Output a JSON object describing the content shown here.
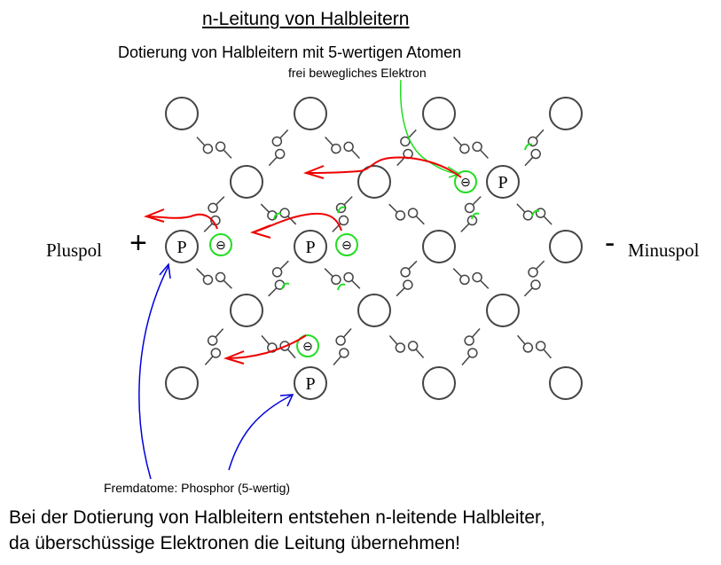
{
  "title": "n-Leitung von Halbleitern",
  "subtitle": "Dotierung von Halbleitern mit 5-wertigen Atomen",
  "label_free_electron": "frei bewegliches Elektron",
  "label_pluspol": "Pluspol",
  "label_minuspol": "Minuspol",
  "plus_sign": "+",
  "minus_sign": "-",
  "label_foreign_atoms": "Fremdatome: Phosphor (5-wertig)",
  "donor_symbol": "P",
  "electron_symbol": "⊖",
  "conclusion": [
    "Bei der Dotierung von Halbleitern entstehen n-leitende Halbleiter,",
    "da überschüssige Elektronen die Leitung übernehmen!"
  ],
  "colors": {
    "electron": "#22dd22",
    "flow": "#ee0000",
    "pointer": "#0000dd",
    "lattice": "#444444"
  }
}
